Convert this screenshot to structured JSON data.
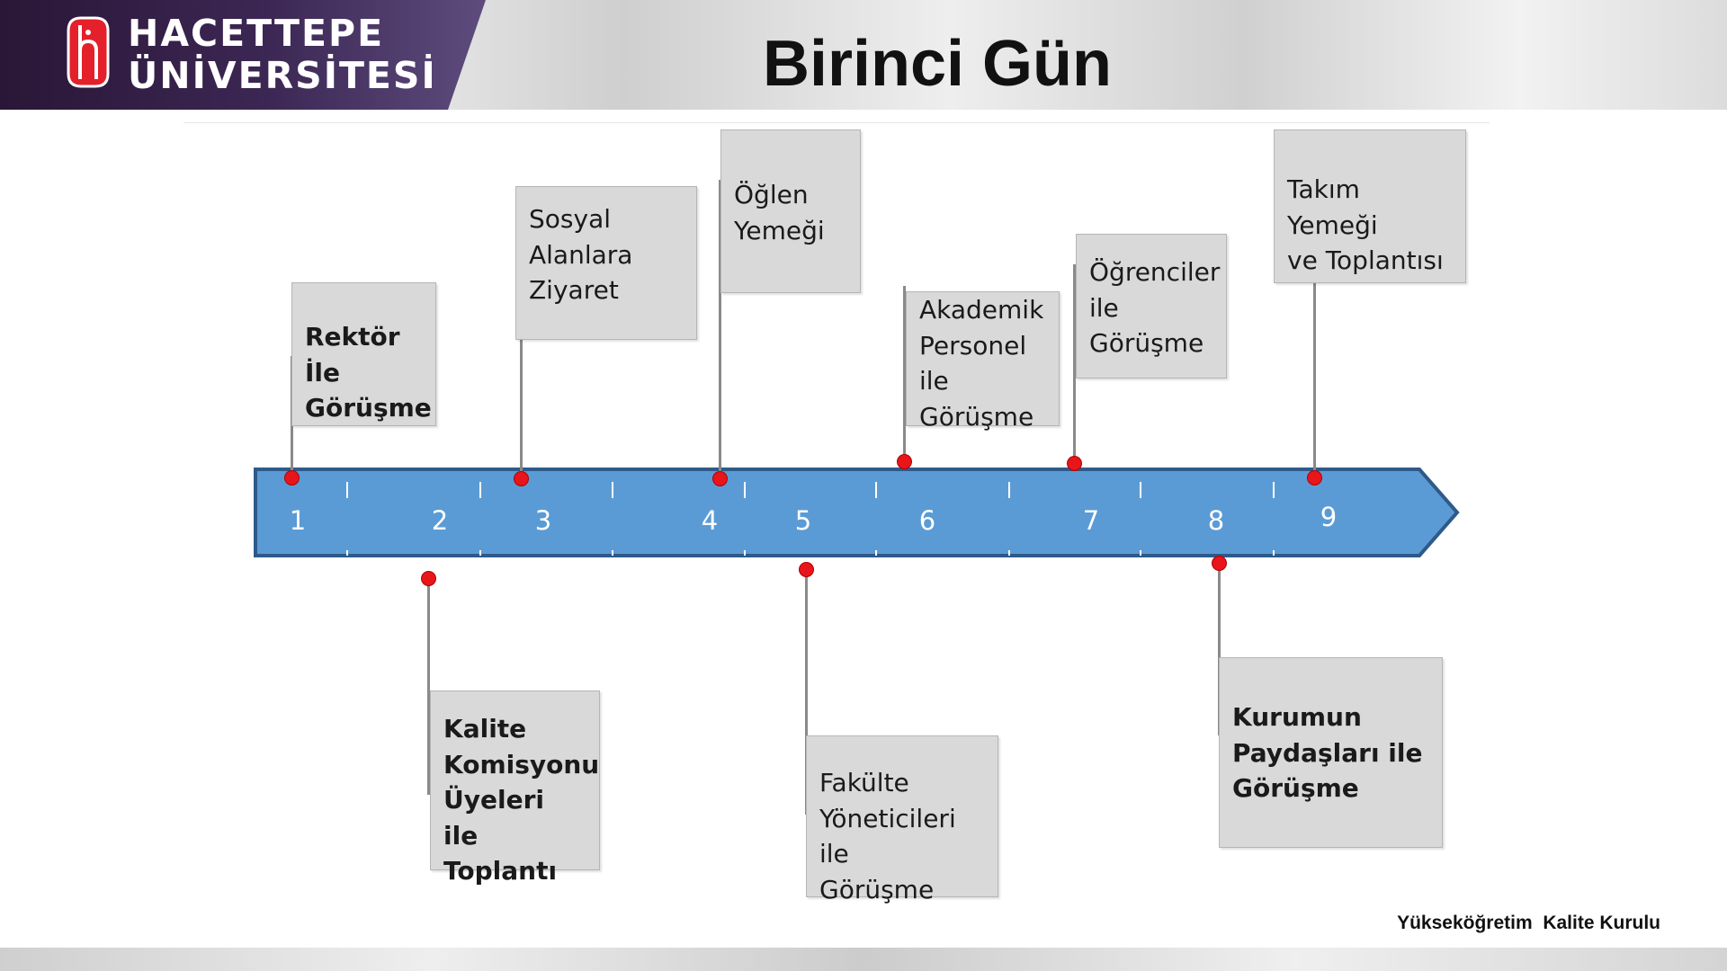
{
  "header": {
    "logo_line1": "HACETTEPE",
    "logo_line2": "ÜNİVERSİTESİ",
    "title": "Birinci Gün"
  },
  "timeline": {
    "numbers": [
      "1",
      "2",
      "3",
      "4",
      "5",
      "6",
      "7",
      "8",
      "9"
    ],
    "events_above": [
      {
        "label": "Rektör İle\nGörüşme",
        "bold": true
      },
      {
        "label": "Sosyal\nAlanlara\nZiyaret",
        "bold": false
      },
      {
        "label": "Öğlen\nYemeği",
        "bold": false
      },
      {
        "label": "Akademik\nPersonel\nile\nGörüşme",
        "bold": false
      },
      {
        "label": "Öğrenciler\nile\nGörüşme",
        "bold": false
      },
      {
        "label": "Takım  Yemeği\nve Toplantısı",
        "bold": false
      }
    ],
    "events_below": [
      {
        "label": "Kalite\nKomisyonu\nÜyeleri ile\nToplantı",
        "bold": true
      },
      {
        "label": "Fakülte\nYöneticileri ile\nGörüşme",
        "bold": false
      },
      {
        "label": "Kurumun\nPaydaşları ile\nGörüşme",
        "bold": true
      }
    ]
  },
  "colors": {
    "arrow_fill": "#5b9bd5",
    "arrow_border": "#2e5a8a",
    "dot": "#e8151b",
    "box_fill": "#d9d9d9",
    "header_band": "#3c2754"
  },
  "footer": {
    "org": "Yükseköğretim  Kalite Kurulu"
  }
}
